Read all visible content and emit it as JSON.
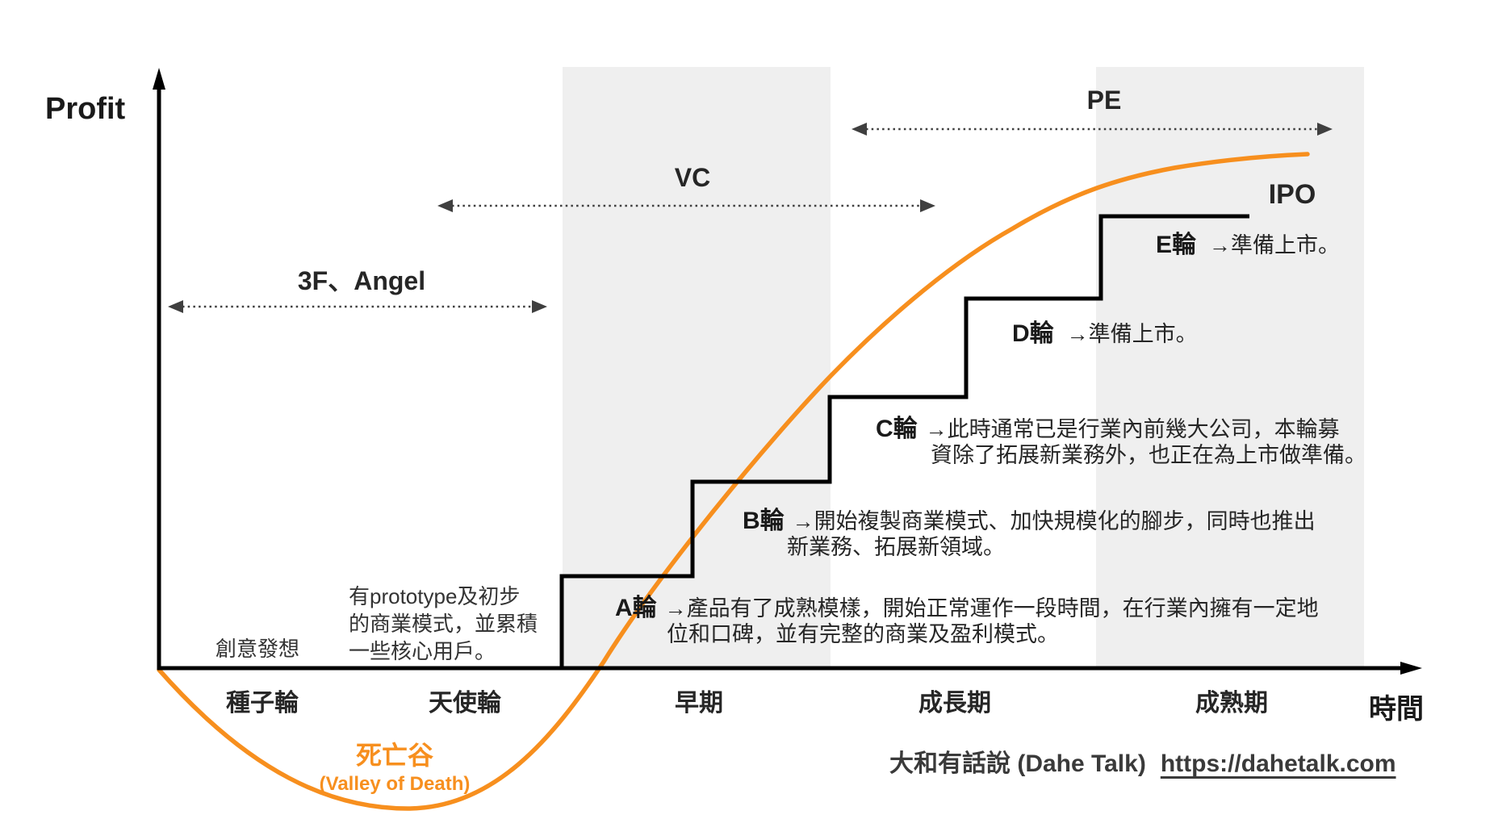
{
  "axis": {
    "y_label": "Profit",
    "x_label": "時間"
  },
  "funding_phases": {
    "angel": "3F、Angel",
    "vc": "VC",
    "pe": "PE",
    "ipo": "IPO"
  },
  "rounds": {
    "a": {
      "label": "A輪",
      "line1": "→產品有了成熟模樣，開始正常運作一段時間，在行業內擁有一定地",
      "line2": "位和口碑，並有完整的商業及盈利模式。"
    },
    "b": {
      "label": "B輪",
      "line1": "→開始複製商業模式、加快規模化的腳步，同時也推出",
      "line2": "新業務、拓展新領域。"
    },
    "c": {
      "label": "C輪",
      "line1": "→此時通常已是行業內前幾大公司，本輪募",
      "line2": "資除了拓展新業務外，也正在為上市做準備。"
    },
    "d": {
      "label": "D輪",
      "line1": "→準備上市。"
    },
    "e": {
      "label": "E輪",
      "line1": "→準備上市。"
    }
  },
  "notes": {
    "idea": "創意發想",
    "prototype_line1": "有prototype及初步",
    "prototype_line2": "的商業模式，並累積",
    "prototype_line3": "一些核心用戶。"
  },
  "stages": {
    "seed": "種子輪",
    "angel": "天使輪",
    "early": "早期",
    "growth": "成長期",
    "mature": "成熟期"
  },
  "valley": {
    "zh": "死亡谷",
    "en": "(Valley of Death)"
  },
  "footer": {
    "brand": "大和有話說 (Dahe Talk)",
    "url": "https://dahetalk.com"
  },
  "colors": {
    "curve_orange": "#F78F1E",
    "band_gray": "#EFEFEF",
    "arrow_gray": "#3F3F3F",
    "line_black": "#000000"
  }
}
